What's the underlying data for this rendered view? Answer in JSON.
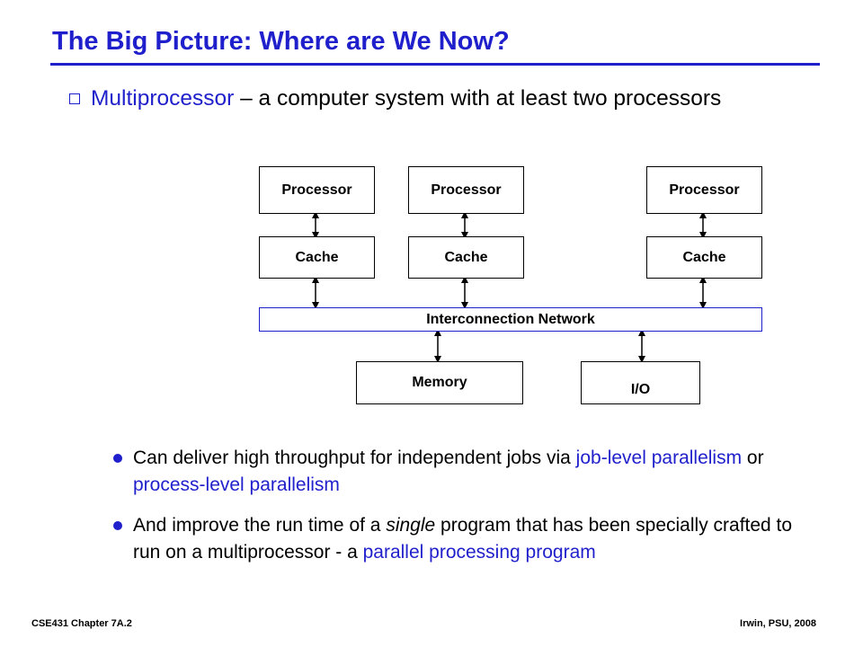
{
  "slide": {
    "title": "The Big Picture: Where are We Now?",
    "bullet": {
      "term": "Multiprocessor",
      "definition": " – a computer system with at least two processors"
    },
    "diagram": {
      "processors": [
        {
          "processor": "Processor",
          "cache": "Cache"
        },
        {
          "processor": "Processor",
          "cache": "Cache"
        },
        {
          "processor": "Processor",
          "cache": "Cache"
        }
      ],
      "network": "Interconnection Network",
      "memory": "Memory",
      "io": "I/O"
    },
    "sub_bullets": [
      {
        "p1": "Can deliver high throughput for independent jobs via ",
        "h1": "job-level parallelism",
        "p2": " or ",
        "h2": "process-level parallelism"
      },
      {
        "p1": "And improve the run time of a ",
        "em": "single",
        "p2": " program that has been specially crafted to run on a multiprocessor - a ",
        "h1": "parallel processing program"
      }
    ],
    "footer": {
      "left": "CSE431  Chapter 7A.2",
      "right": "Irwin, PSU, 2008"
    }
  }
}
